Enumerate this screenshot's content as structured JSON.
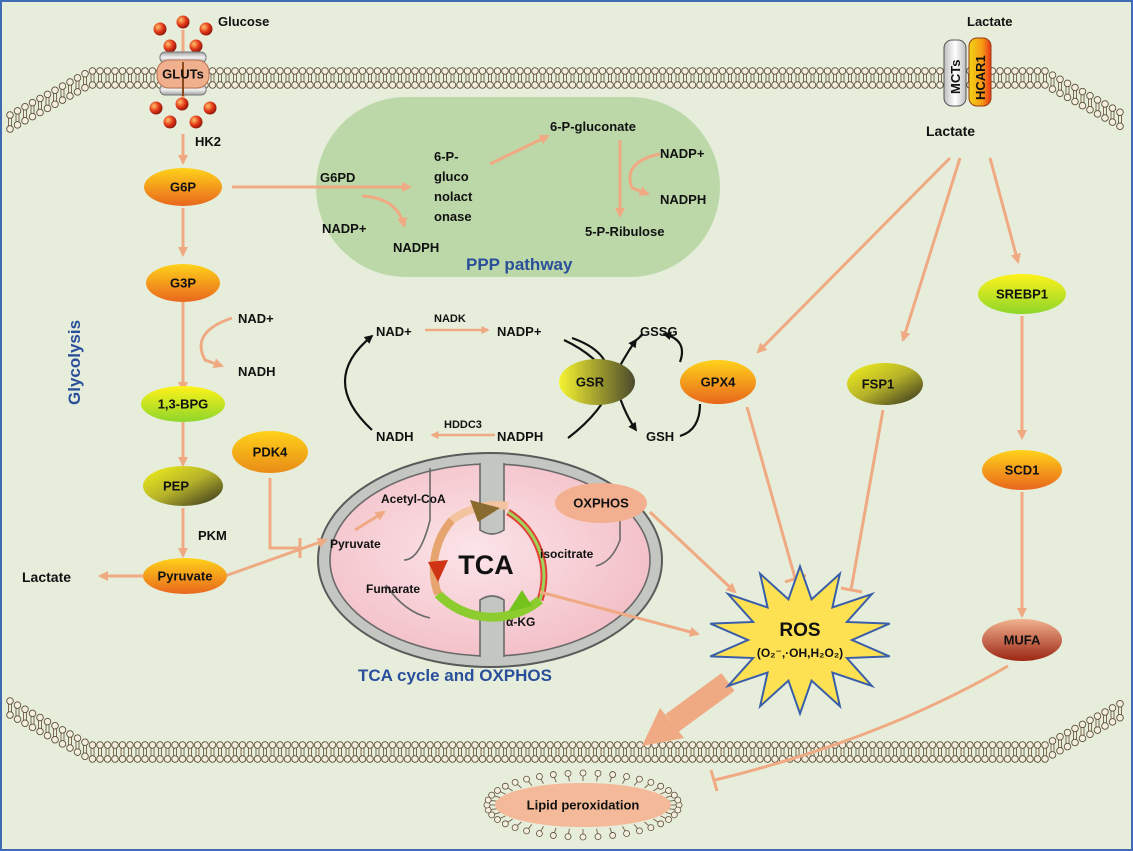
{
  "colors": {
    "background": "#e6eedb",
    "arrow": "#f0aa83",
    "ppp_region": "#bcd8a8",
    "membrane_head": "#f3eee0",
    "blue_label": "#2a4f9a"
  },
  "labels": {
    "glucose": "Glucose",
    "gluts": "GLUTs",
    "hk2": "HK2",
    "g6p": "G6P",
    "g3p": "G3P",
    "nad_plus_1": "NAD+",
    "nadh_1": "NADH",
    "bpg": "1,3-BPG",
    "pep": "PEP",
    "pkm": "PKM",
    "pyruvate": "Pyruvate",
    "lactate_left": "Lactate",
    "pdk4": "PDK4",
    "glycolysis": "Glycolysis",
    "g6pd": "G6PD",
    "nadp_plus_1": "NADP+",
    "nadph_1": "NADPH",
    "gluconolactonase": [
      "6-P-",
      "gluco",
      "nolact",
      "onase"
    ],
    "p_gluconate": "6-P-gluconate",
    "nadp_plus_2": "NADP+",
    "nadph_2": "NADPH",
    "ribulose": "5-P-Ribulose",
    "ppp_pathway": "PPP pathway",
    "nad_plus_2": "NAD+",
    "nadk": "NADK",
    "nadp_plus_3": "NADP+",
    "nadh_2": "NADH",
    "hddc3": "HDDC3",
    "nadph_3": "NADPH",
    "gsr": "GSR",
    "gssg": "GSSG",
    "gsh": "GSH",
    "gpx4": "GPX4",
    "fsp1": "FSP1",
    "lactate_top": "Lactate",
    "mcts": "MCTs",
    "hcar1": "HCAR1",
    "lactate_right": "Lactate",
    "srebp1": "SREBP1",
    "scd1": "SCD1",
    "mufa": "MUFA",
    "acetyl_coa": "Acetyl-CoA",
    "mito_pyruvate": "Pyruvate",
    "oxphos": "OXPHOS",
    "tca": "TCA",
    "isocitrate": "isocitrate",
    "fumarate": "Fumarate",
    "akg": "α-KG",
    "tca_title": "TCA cycle and OXPHOS",
    "ros": "ROS",
    "ros_species": "(O₂⁻,·OH,H₂O₂)",
    "lipid_peroxidation": "Lipid peroxidation"
  }
}
